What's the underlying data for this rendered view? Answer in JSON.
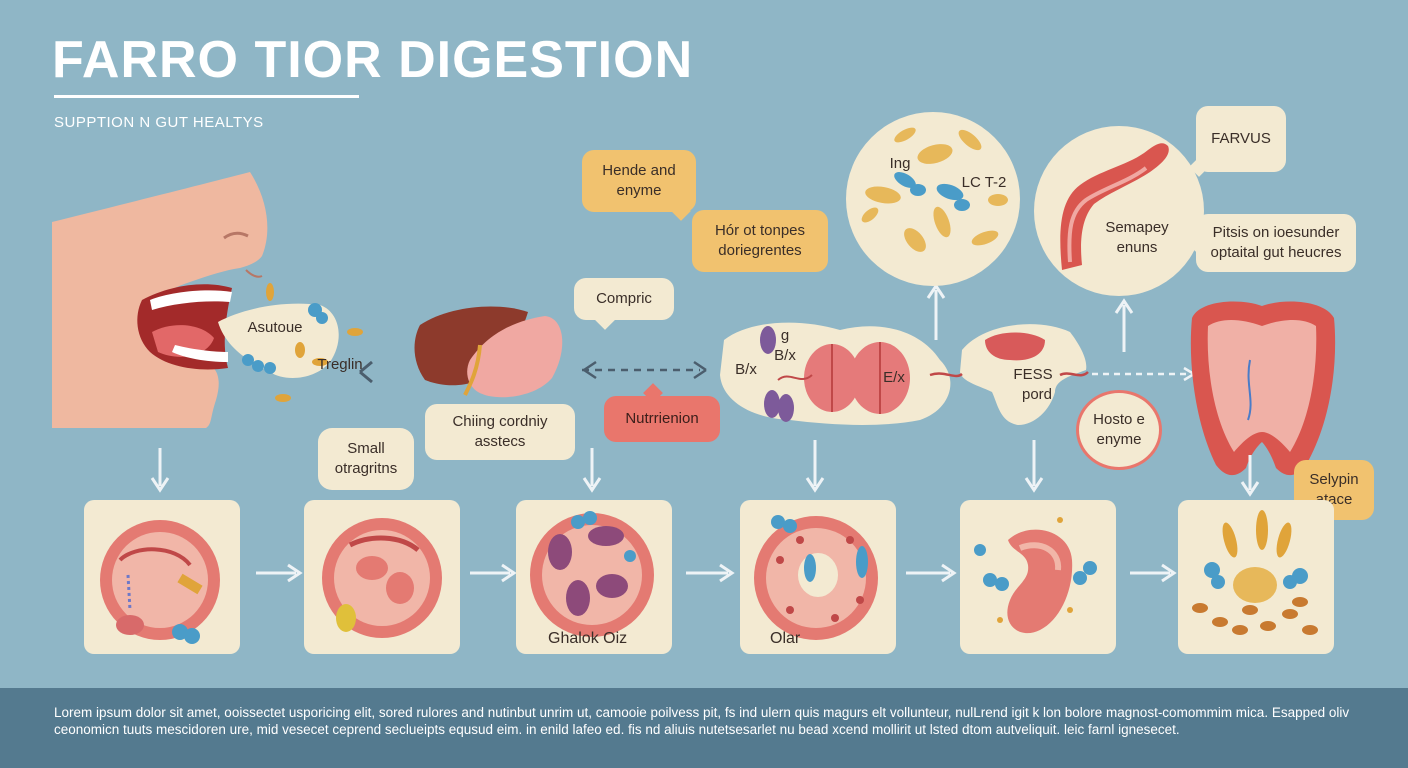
{
  "header": {
    "title": "FARRO TIOR  DIGESTION",
    "subtitle": "SUPPTION N GUT HEALTYS"
  },
  "labels": {
    "mouth_1": "Asutoue",
    "mouth_2": "Treglin",
    "small": "Small otragritns",
    "hende": "Hende and enyme",
    "horot": "Hór ot tonpes doriegrentes",
    "compric": "Compric",
    "chinng": "Chiing cordniy asstecs",
    "nutri": "Nutrrienion",
    "gbx": "g B/x",
    "bx": "B/x",
    "ex": "E/x",
    "circle_ing": "Ing",
    "circle_lc": "LC T-2",
    "farvus": "FARVUS",
    "semapey": "Semapey enuns",
    "pitsis": "Pitsis on ioesunder optaital gut heucres",
    "fess": "FESS",
    "pord": "pord",
    "hosto": "Hosto e enyme",
    "selypin": "Selypin atace",
    "panel_3": "Ghalok Oiz",
    "panel_4": "Olar"
  },
  "footer": {
    "text": "Lorem ipsum dolor sit amet, ooissectet usporicing elit, sored rulores and nutinbut unrim ut, camooie poilvess pit, fs ind ulern quis magurs elt vollunteur, nulLrend igit k lon bolore magnost-comommim mica. Esapped oliv ceonomicn tuuts mescidoren ure, mid vesecet ceprend seclueipts equsud eim. in enild lafeo ed. fis nd aliuis nutetsesarlet nu bead xcend mollirit ut lsted dtom autveliquit. leic farnl ignesecet."
  },
  "colors": {
    "background": "#8fb6c6",
    "cream": "#f3ead2",
    "orange": "#f1c26f",
    "red": "#e9766c",
    "footer": "#547a8f"
  }
}
